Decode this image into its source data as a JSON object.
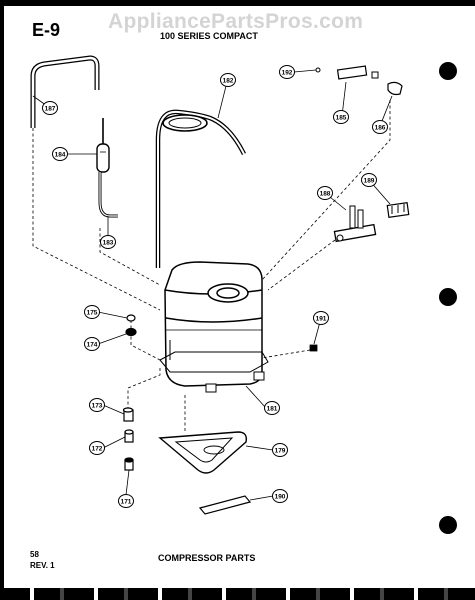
{
  "header": {
    "watermark": "AppliancePartsPros.com",
    "page_code": "E-9",
    "series": "100 SERIES COMPACT"
  },
  "footer": {
    "page_number": "58",
    "revision": "REV. 1",
    "title": "COMPRESSOR PARTS"
  },
  "callouts": [
    {
      "id": "c187",
      "label": "187"
    },
    {
      "id": "c184",
      "label": "184"
    },
    {
      "id": "c183",
      "label": "183"
    },
    {
      "id": "c182",
      "label": "182"
    },
    {
      "id": "c192",
      "label": "192"
    },
    {
      "id": "c185",
      "label": "185"
    },
    {
      "id": "c186",
      "label": "186"
    },
    {
      "id": "c188",
      "label": "188"
    },
    {
      "id": "c189",
      "label": "189"
    },
    {
      "id": "c175",
      "label": "175"
    },
    {
      "id": "c174",
      "label": "174"
    },
    {
      "id": "c191",
      "label": "191"
    },
    {
      "id": "c181",
      "label": "181"
    },
    {
      "id": "c173",
      "label": "173"
    },
    {
      "id": "c172",
      "label": "172"
    },
    {
      "id": "c171",
      "label": "171"
    },
    {
      "id": "c179",
      "label": "179"
    },
    {
      "id": "c190",
      "label": "190"
    }
  ]
}
